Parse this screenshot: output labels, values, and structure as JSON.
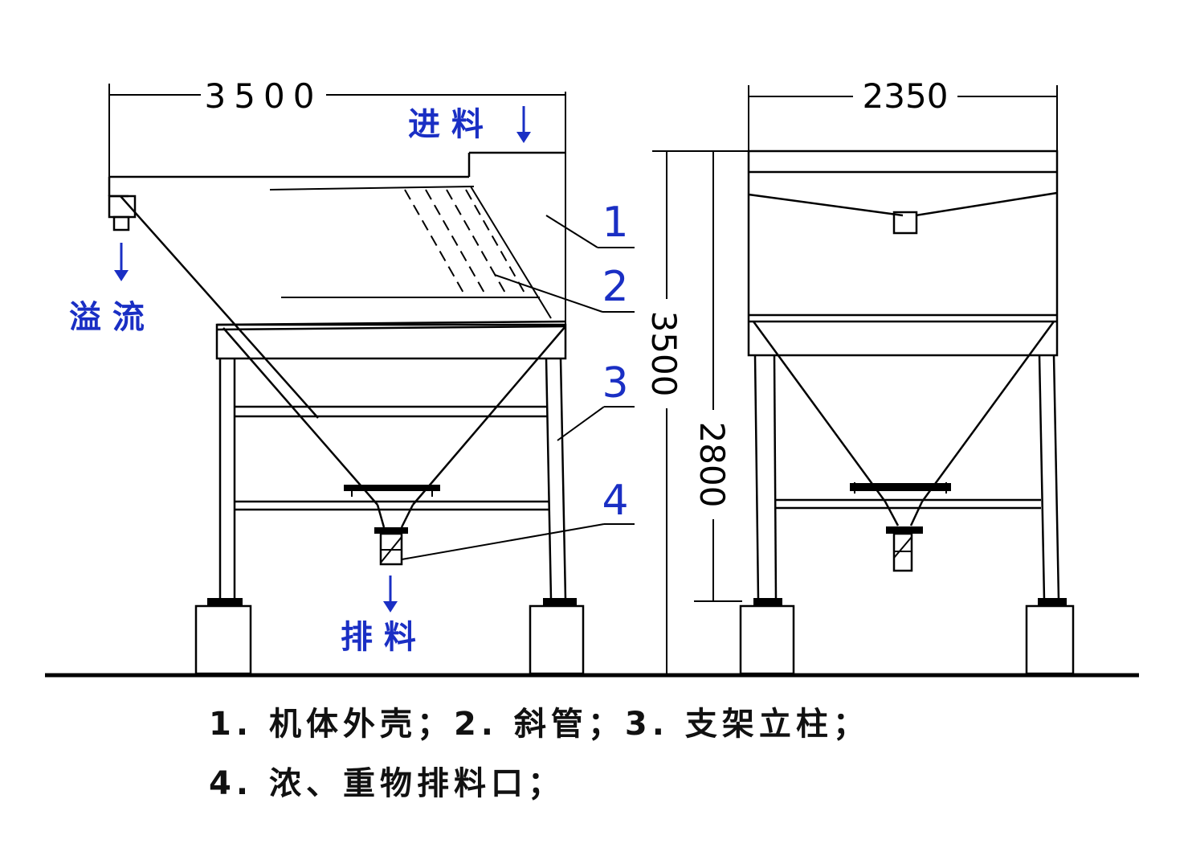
{
  "dimensions": {
    "front_width": "3500",
    "side_width": "2350",
    "total_height": "3500",
    "support_height": "2800"
  },
  "flow_labels": {
    "feed": "进 料",
    "overflow": "溢 流",
    "discharge": "排 料"
  },
  "callouts": [
    "1",
    "2",
    "3",
    "4"
  ],
  "legend": {
    "line1": "1. 机体外壳；2. 斜管；3. 支架立柱；",
    "line2": "4. 浓、重物排料口；"
  },
  "colors": {
    "label_blue": "#1a2fc4",
    "line": "#000000"
  }
}
